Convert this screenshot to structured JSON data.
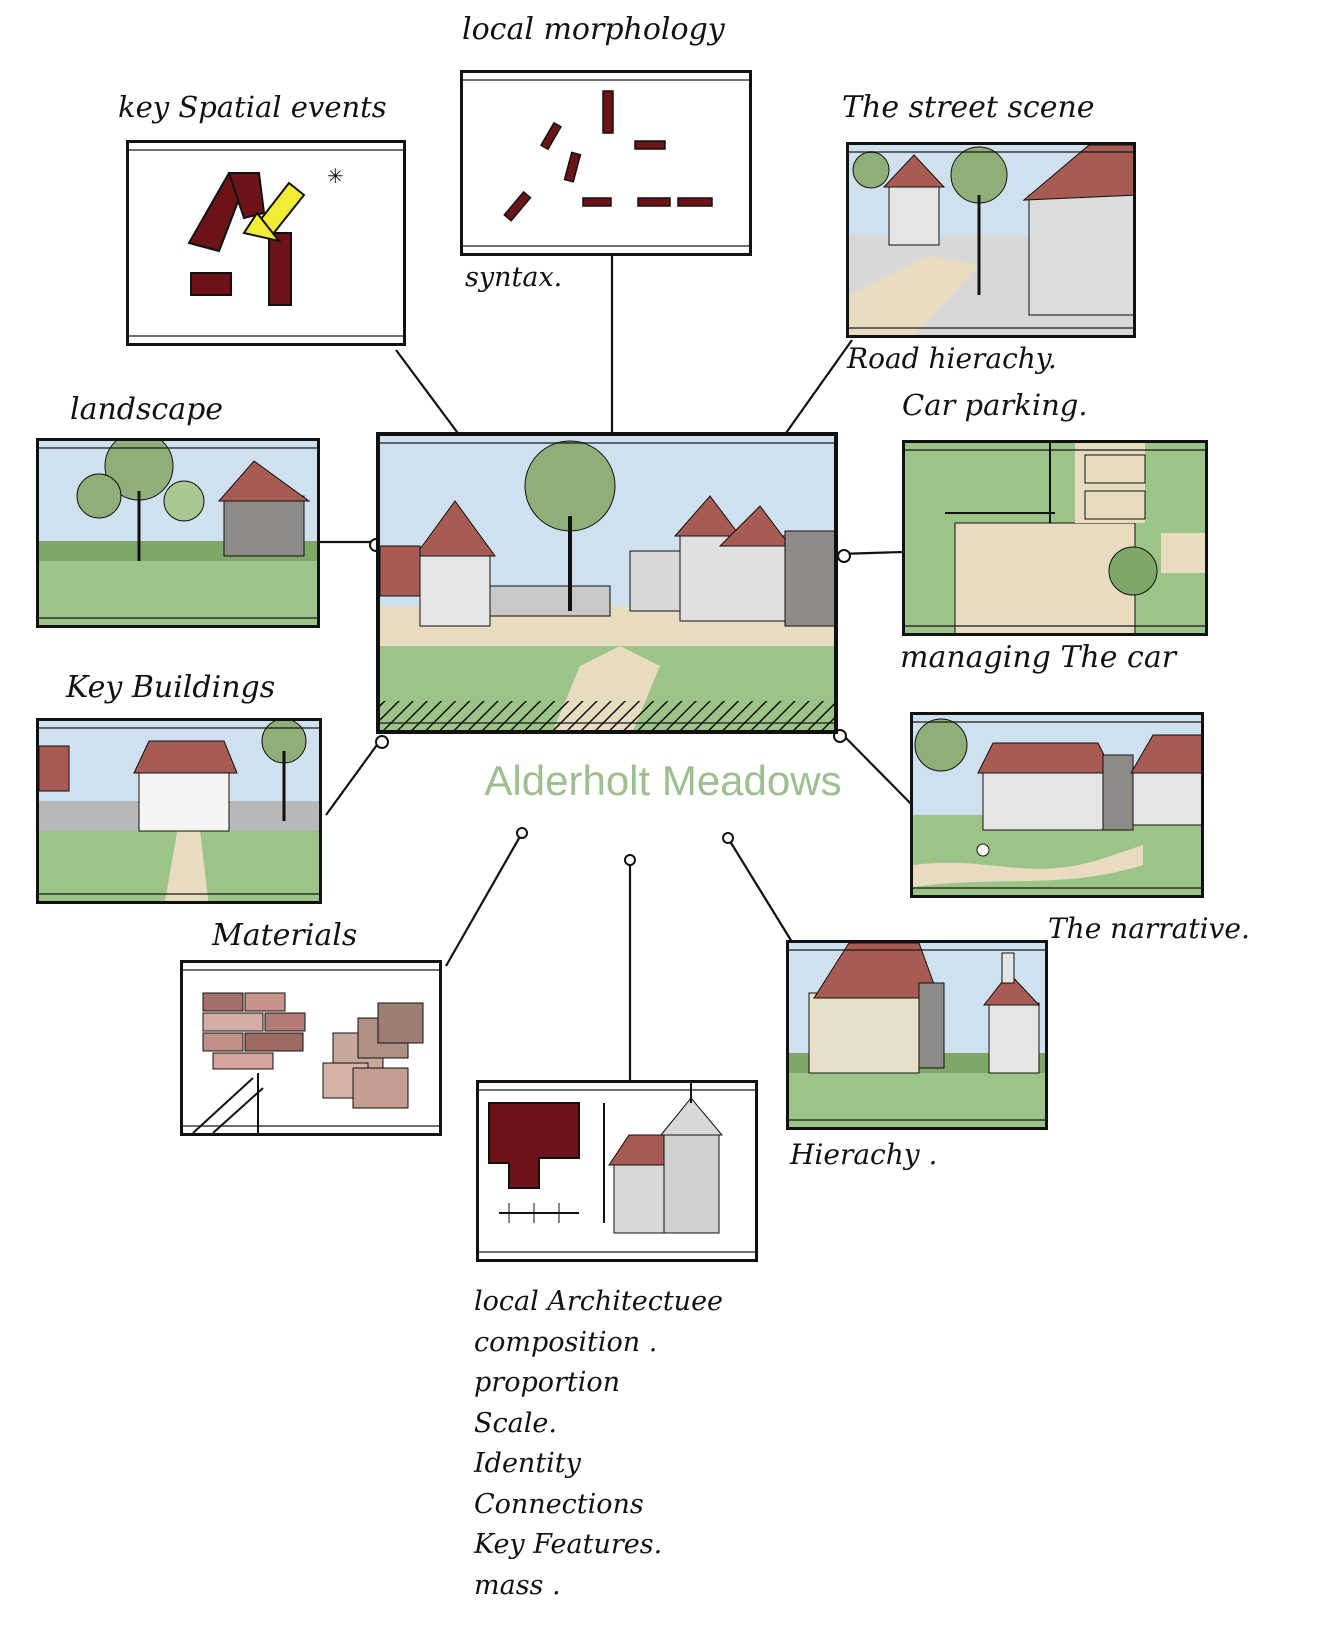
{
  "title": "Alderholt Meadows",
  "colors": {
    "sky": "#cfe0ee",
    "grass": "#9cc488",
    "roof": "#a75b52",
    "brick": "#6b1317",
    "title": "#9dbf8f"
  },
  "labels": {
    "local_morphology": "local morphology",
    "syntax": "syntax.",
    "key_spatial_events": "key Spatial events",
    "street_scene": "The street scene",
    "road_hierarchy": "Road hierachy.",
    "car_parking": "Car parking.",
    "managing_car": "managing The car",
    "landscape": "landscape",
    "key_buildings": "Key Buildings",
    "materials": "Materials",
    "narrative": "The narrative.",
    "hierarchy": "Hierachy ."
  },
  "architecture_list": [
    "local Architectuee",
    "composition .",
    "proportion",
    "Scale.",
    "Identity",
    "Connections",
    "Key Features.",
    "mass ."
  ]
}
